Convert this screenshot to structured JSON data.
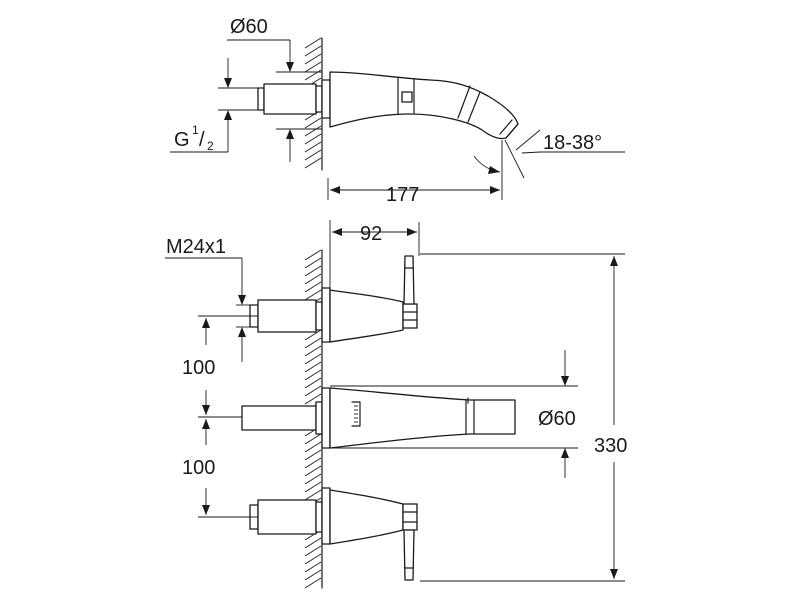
{
  "dimensions": {
    "top_diameter": "Ø60",
    "thread_main": "G",
    "thread_num": "1",
    "thread_den": "2",
    "spout_angle": "18-38°",
    "spout_reach": "177",
    "handle_projection": "92",
    "handle_thread": "M24x1",
    "spacing_upper": "100",
    "spacing_lower": "100",
    "spout_diameter": "Ø60",
    "total_height": "330"
  }
}
